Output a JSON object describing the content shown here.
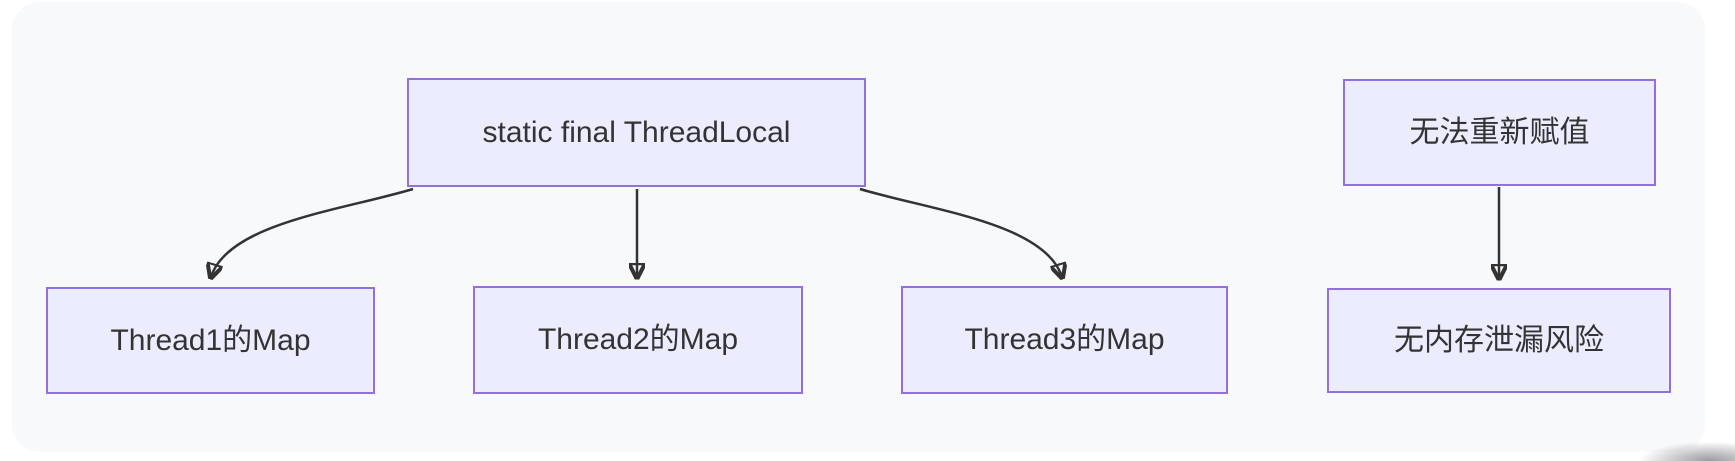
{
  "diagram": {
    "type": "flowchart",
    "direction": "top-down",
    "nodes": [
      {
        "id": "root",
        "label": "static final ThreadLocal"
      },
      {
        "id": "t1",
        "label": "Thread1的Map"
      },
      {
        "id": "t2",
        "label": "Thread2的Map"
      },
      {
        "id": "t3",
        "label": "Thread3的Map"
      },
      {
        "id": "nr",
        "label": "无法重新赋值"
      },
      {
        "id": "nl",
        "label": "无内存泄漏风险"
      }
    ],
    "edges": [
      {
        "from": "static final ThreadLocal",
        "to": "Thread1的Map"
      },
      {
        "from": "static final ThreadLocal",
        "to": "Thread2的Map"
      },
      {
        "from": "static final ThreadLocal",
        "to": "Thread3的Map"
      },
      {
        "from": "无法重新赋值",
        "to": "无内存泄漏风险"
      }
    ]
  },
  "colors": {
    "node_fill": "#ECECFF",
    "node_border": "#9370DB",
    "arrow": "#333333",
    "text": "#333333",
    "panel_bg": "#F8F9FB",
    "page_bg": "#FFFFFF"
  }
}
